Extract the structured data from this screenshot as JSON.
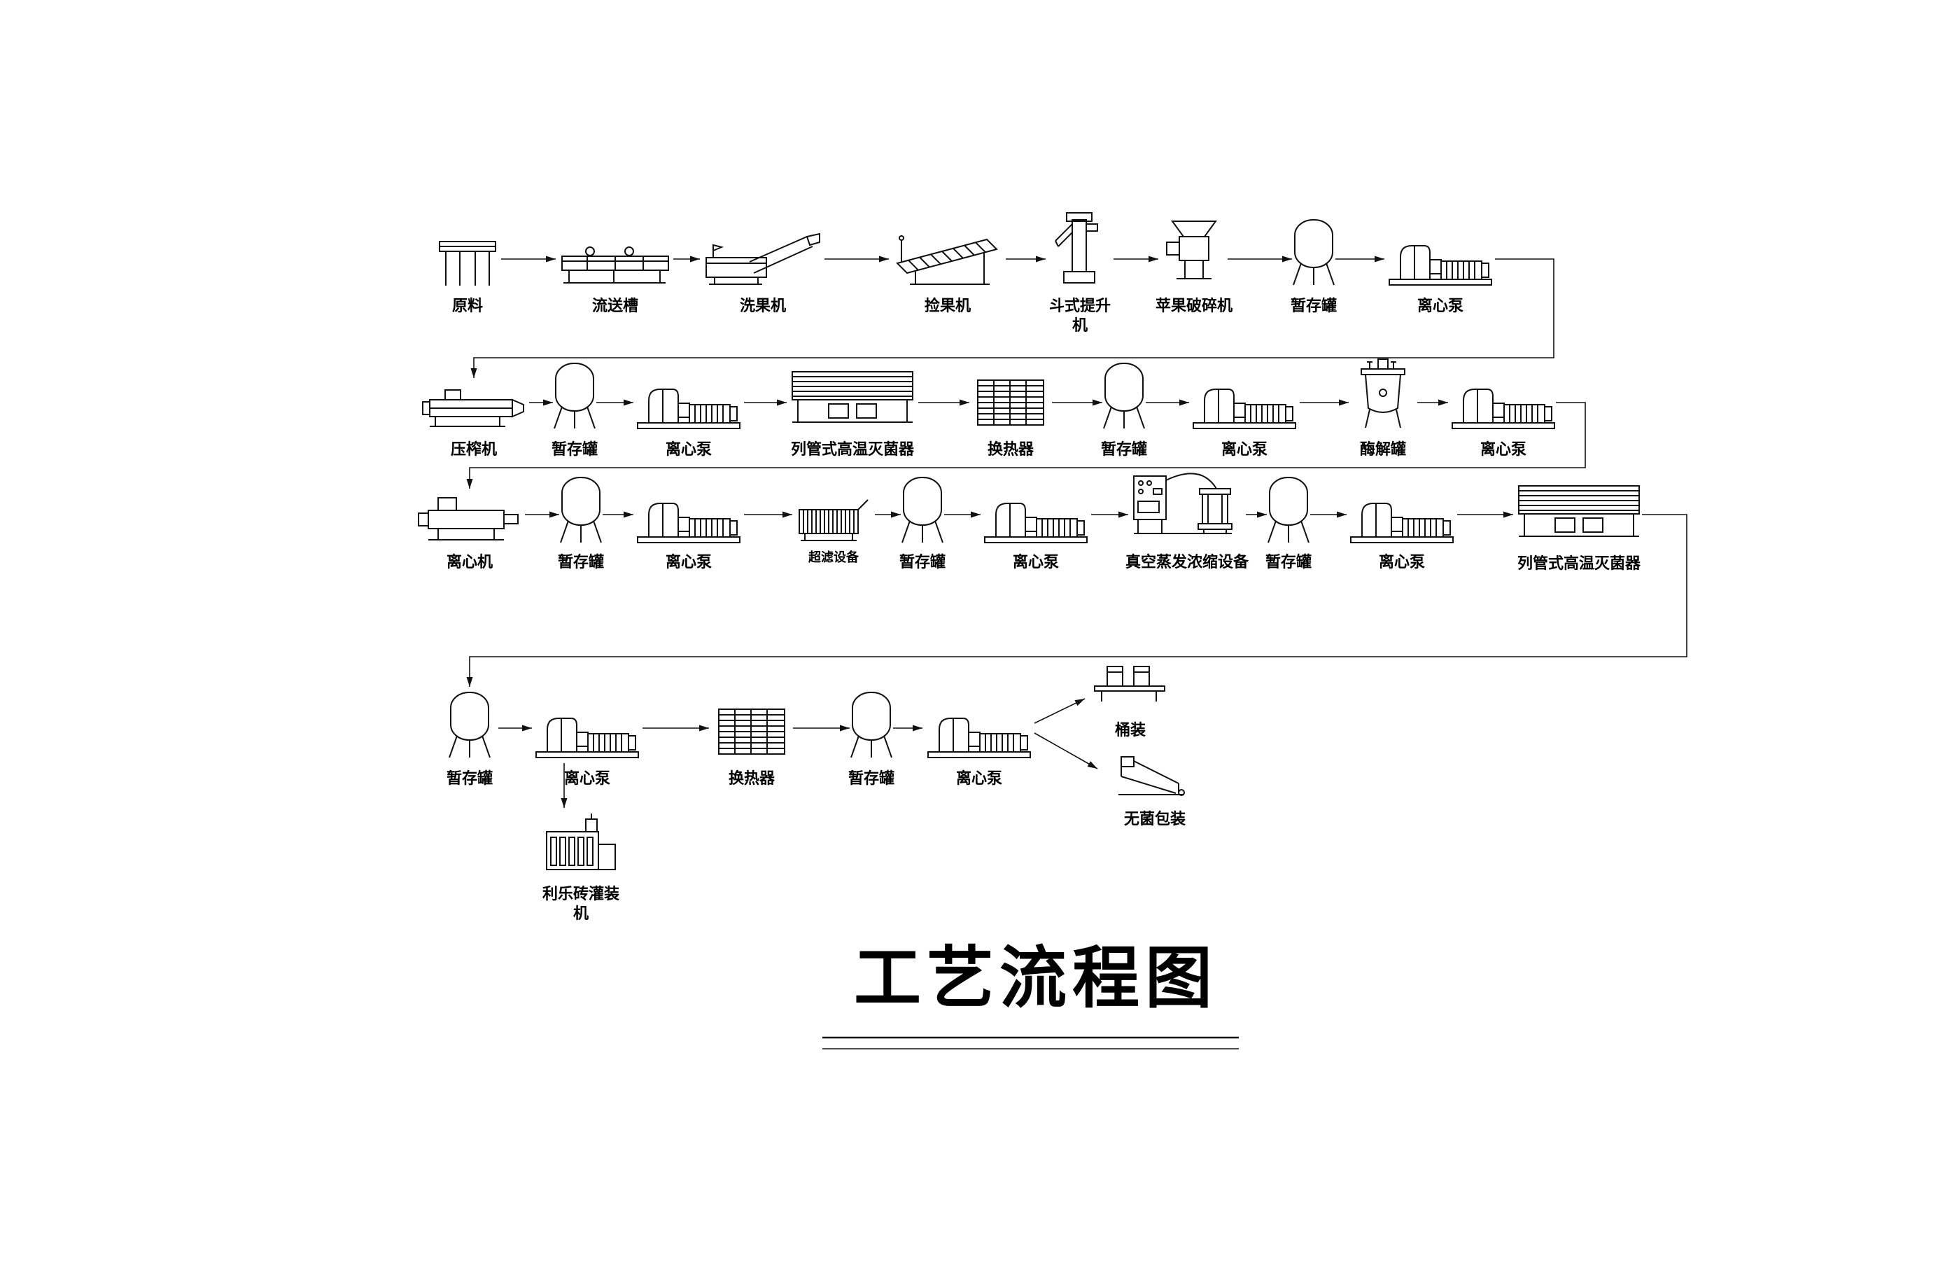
{
  "title": "工艺流程图",
  "diagram": {
    "rows": [
      {
        "steps": [
          {
            "label": "原料"
          },
          {
            "label": "流送槽"
          },
          {
            "label": "洗果机"
          },
          {
            "label": "捡果机"
          },
          {
            "label": "斗式提升",
            "label2": "机"
          },
          {
            "label": "苹果破碎机"
          },
          {
            "label": "暂存罐"
          },
          {
            "label": "离心泵"
          }
        ]
      },
      {
        "steps": [
          {
            "label": "压榨机"
          },
          {
            "label": "暂存罐"
          },
          {
            "label": "离心泵"
          },
          {
            "label": "列管式高温灭菌器"
          },
          {
            "label": "换热器"
          },
          {
            "label": "暂存罐"
          },
          {
            "label": "离心泵"
          },
          {
            "label": "酶解罐"
          },
          {
            "label": "离心泵"
          }
        ]
      },
      {
        "steps": [
          {
            "label": "离心机"
          },
          {
            "label": "暂存罐"
          },
          {
            "label": "离心泵"
          },
          {
            "label": "超滤设备"
          },
          {
            "label": "暂存罐"
          },
          {
            "label": "离心泵"
          },
          {
            "label": "真空蒸发浓缩设备"
          },
          {
            "label": "暂存罐"
          },
          {
            "label": "离心泵"
          },
          {
            "label": "列管式高温灭菌器"
          }
        ]
      },
      {
        "steps": [
          {
            "label": "暂存罐"
          },
          {
            "label": "离心泵"
          },
          {
            "label": "换热器"
          },
          {
            "label": "暂存罐"
          },
          {
            "label": "离心泵"
          }
        ]
      }
    ],
    "branches": [
      {
        "label": "利乐砖灌装",
        "label2": "机"
      },
      {
        "label": "桶装"
      },
      {
        "label": "无菌包装"
      }
    ]
  }
}
